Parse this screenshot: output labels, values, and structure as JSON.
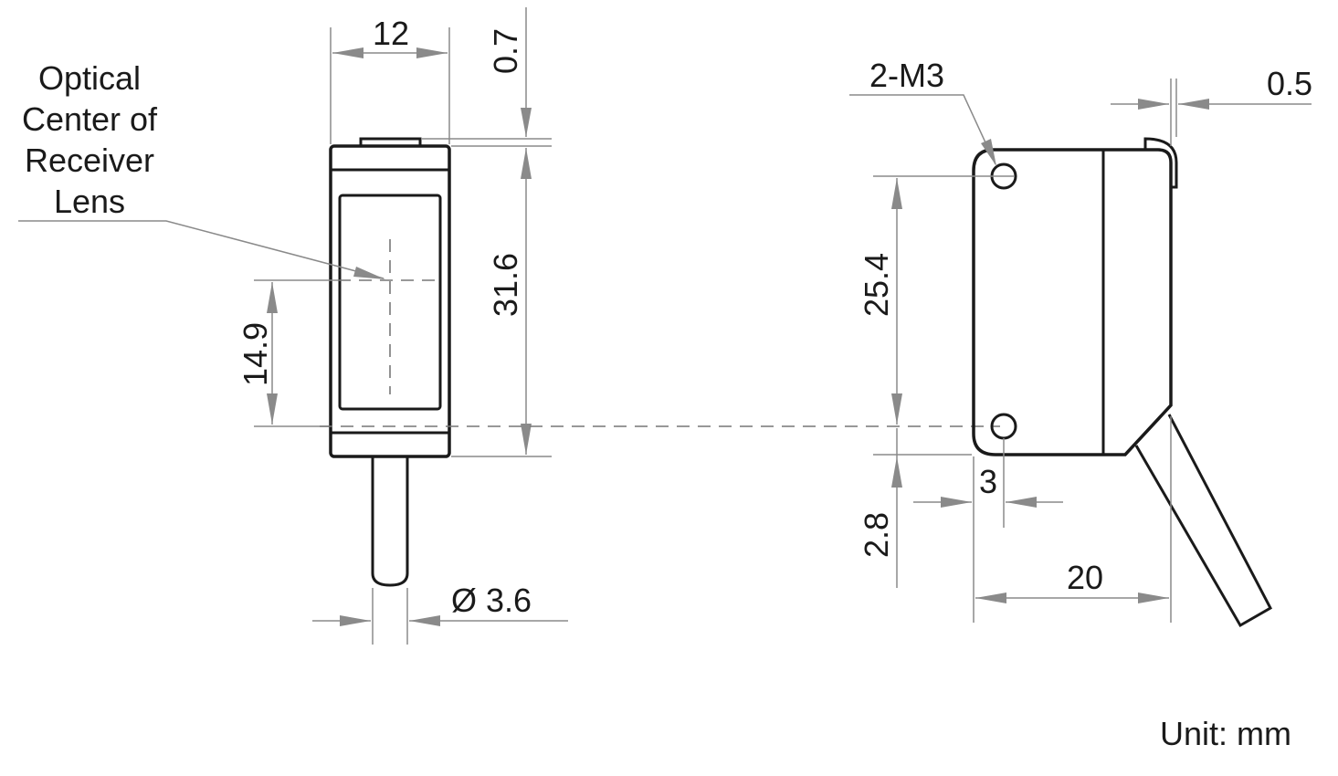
{
  "labels": {
    "optical_line1": "Optical",
    "optical_line2": "Center of",
    "optical_line3": "Receiver",
    "optical_line4": "Lens",
    "unit": "Unit: mm",
    "m3": "2-M3"
  },
  "dimensions": {
    "width_front": "12",
    "top_gap": "0.7",
    "height_front": "31.6",
    "lens_height": "14.9",
    "cable_diameter": "Ø 3.6",
    "hole_pitch": "25.4",
    "bottom_offset": "2.8",
    "hole_edge": "3",
    "depth_side": "20",
    "side_gap": "0.5"
  }
}
